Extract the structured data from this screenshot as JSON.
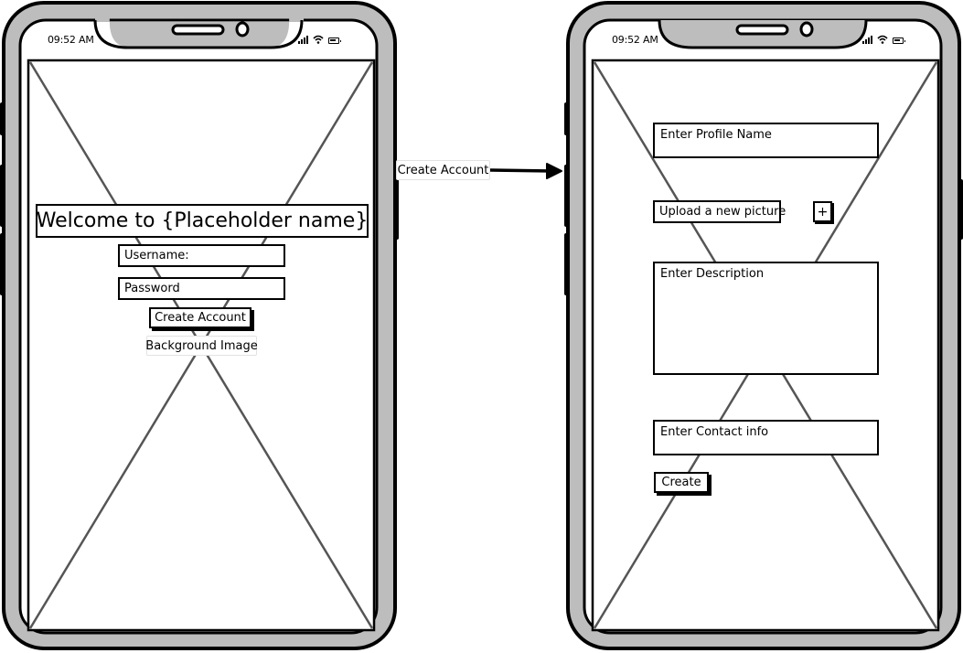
{
  "phone_left": {
    "status_time": "09:52 AM",
    "welcome_text": "Welcome to {Placeholder name}",
    "username_field": "Username:",
    "password_field": "Password",
    "create_account_button": "Create Account",
    "background_label": "Background Image"
  },
  "connector": {
    "label": "Create Account"
  },
  "phone_right": {
    "status_time": "09:52 AM",
    "profile_name_field": "Enter Profile Name",
    "upload_picture_field": "Upload a new picture",
    "plus_button": "+",
    "description_field": "Enter Description",
    "contact_field": "Enter Contact info",
    "create_button": "Create"
  },
  "icons": {
    "signal": "signal-icon",
    "wifi": "wifi-icon",
    "battery": "battery-icon",
    "camera": "camera-icon",
    "speaker": "speaker-icon",
    "arrow": "arrow-right-icon"
  },
  "colors": {
    "phone_body": "#bdbdbd",
    "outline": "#000000",
    "placeholder_cross": "#555555",
    "screen": "#ffffff"
  }
}
